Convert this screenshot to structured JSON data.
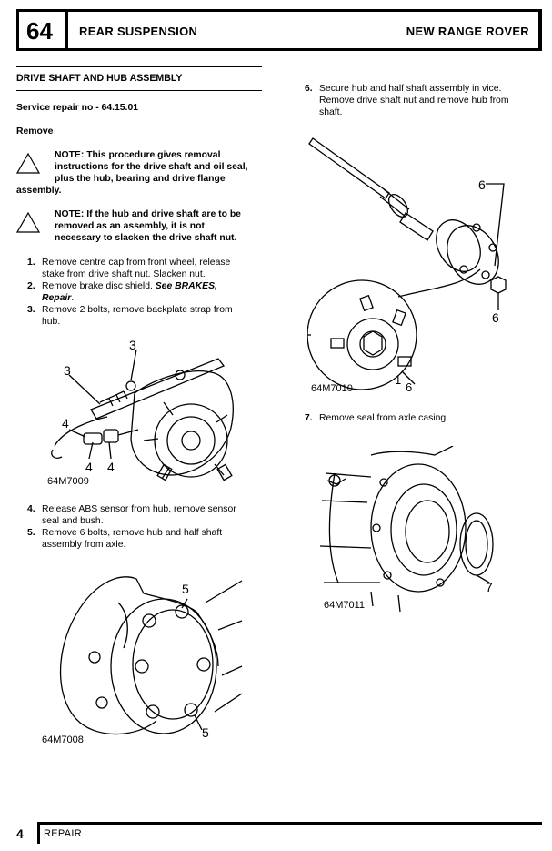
{
  "header": {
    "chapter": "64",
    "title": "REAR SUSPENSION",
    "model": "NEW RANGE ROVER"
  },
  "section": {
    "title": "DRIVE SHAFT AND HUB ASSEMBLY",
    "service_repair": "Service repair no - 64.15.01",
    "subheading": "Remove"
  },
  "notes": [
    {
      "line1": "NOTE: This procedure gives removal",
      "line2": "instructions for the drive shaft and oil seal,",
      "line3": "plus the hub, bearing and drive flange",
      "line4": "assembly."
    },
    {
      "line1": "NOTE: If the hub and drive shaft are to be",
      "line2": "removed as an assembly, it is not",
      "line3": "necessary to slacken the drive shaft nut."
    }
  ],
  "steps_a": [
    {
      "num": "1.",
      "line1": "Remove centre cap from front wheel, release",
      "line2": "stake from drive shaft nut. Slacken nut."
    },
    {
      "num": "2.",
      "line1": "Remove brake disc shield. ",
      "ref1": "See BRAKES,",
      "ref2": "Repair",
      "tail": "."
    },
    {
      "num": "3.",
      "line1": "Remove 2 bolts, remove backplate strap from",
      "line2": "hub."
    }
  ],
  "steps_b": [
    {
      "num": "4.",
      "line1": "Release ABS sensor from hub, remove sensor",
      "line2": "seal and bush."
    },
    {
      "num": "5.",
      "line1": "Remove 6 bolts, remove hub and half shaft",
      "line2": "assembly from axle."
    }
  ],
  "steps_c": [
    {
      "num": "6.",
      "line1": "Secure hub and half shaft assembly in vice.",
      "line2": "Remove drive shaft nut and remove hub from",
      "line3": "shaft."
    }
  ],
  "steps_d": [
    {
      "num": "7.",
      "line1": "Remove seal from axle casing."
    }
  ],
  "figures": {
    "fig1": {
      "id": "64M7009",
      "callouts": [
        "3",
        "3",
        "4",
        "4",
        "4"
      ]
    },
    "fig2": {
      "id": "64M7008",
      "callouts": [
        "5",
        "5"
      ]
    },
    "fig3": {
      "id": "64M7010",
      "callouts": [
        "6",
        "6",
        "1",
        "6"
      ]
    },
    "fig4": {
      "id": "64M7011",
      "callouts": [
        "7"
      ]
    }
  },
  "footer": {
    "page": "4",
    "label": "REPAIR"
  }
}
